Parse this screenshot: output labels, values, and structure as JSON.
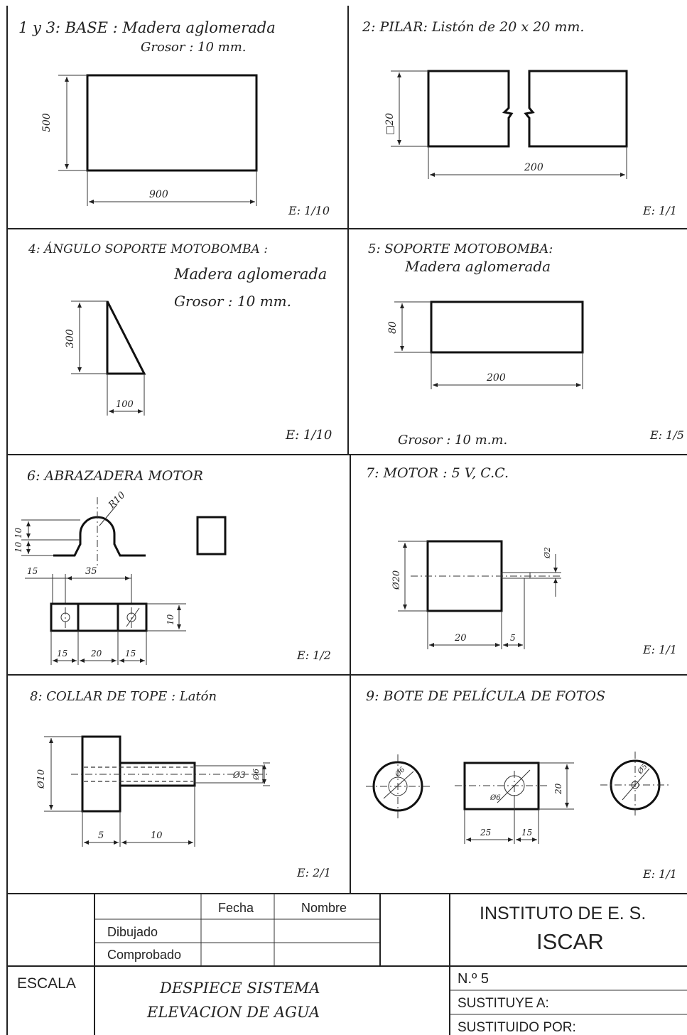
{
  "panels": {
    "p1": {
      "title": "1 y 3: BASE : Madera aglomerada",
      "subtitle": "Grosor : 10 mm.",
      "dims": [
        "500",
        "900"
      ],
      "scale": "E: 1/10"
    },
    "p2": {
      "title": "2: PILAR: Listón de 20 x 20 mm.",
      "dims": [
        "□20",
        "200"
      ],
      "scale": "E: 1/1"
    },
    "p4": {
      "title": "4: ÁNGULO SOPORTE MOTOBOMBA :",
      "line2": "Madera aglomerada",
      "line3": "Grosor : 10 mm.",
      "dims": [
        "300",
        "100"
      ],
      "scale": "E: 1/10"
    },
    "p5": {
      "title": "5: SOPORTE MOTOBOMBA:",
      "line2": "Madera aglomerada",
      "dims": [
        "80",
        "200"
      ],
      "footer": "Grosor : 10 m.m.",
      "scale": "E: 1/5"
    },
    "p6": {
      "title": "6: ABRAZADERA MOTOR",
      "dims": [
        "R10",
        "10",
        "10",
        "15",
        "35",
        "10",
        "15",
        "20",
        "15"
      ],
      "scale": "E: 1/2"
    },
    "p7": {
      "title": "7: MOTOR : 5 V, C.C.",
      "dims": [
        "Ø20",
        "Ø2",
        "20",
        "5"
      ],
      "scale": "E: 1/1"
    },
    "p8": {
      "title": "8: COLLAR DE TOPE : Latón",
      "dims": [
        "Ø10",
        "Ø3",
        "Ø6",
        "5",
        "10"
      ],
      "scale": "E: 2/1"
    },
    "p9": {
      "title": "9: BOTE DE PELÍCULA DE FOTOS",
      "dims": [
        "Ø6",
        "Ø6",
        "20",
        "25",
        "15",
        "Ø5"
      ],
      "scale": "E: 1/1"
    }
  },
  "titleblock": {
    "col_fecha": "Fecha",
    "col_nombre": "Nombre",
    "row_dibujado": "Dibujado",
    "row_comprobado": "Comprobado",
    "escala": "ESCALA",
    "drawing_title_1": "DESPIECE SISTEMA",
    "drawing_title_2": "ELEVACION DE AGUA",
    "institute_1": "INSTITUTO DE E. S.",
    "institute_2": "ISCAR",
    "number": "N.º 5",
    "sustituye": "SUSTITUYE A:",
    "sustituido": "SUSTITUIDO POR:"
  }
}
